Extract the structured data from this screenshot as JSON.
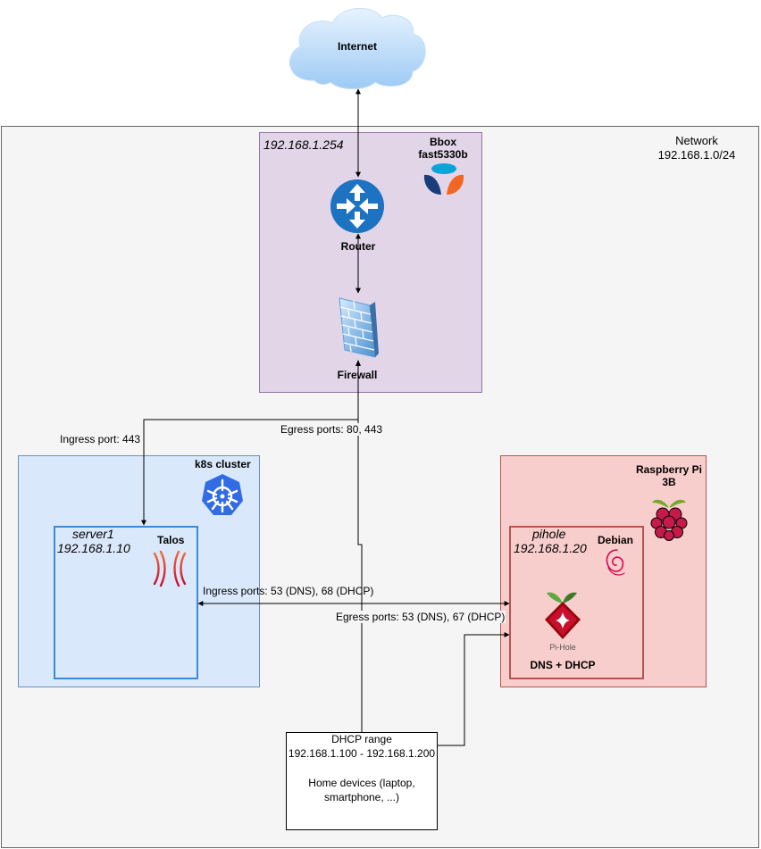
{
  "internet": {
    "label": "Internet"
  },
  "network": {
    "title": "Network",
    "subnet": "192.168.1.0/24"
  },
  "bbox": {
    "ip": "192.168.1.254",
    "name": "Bbox",
    "model": "fast5330b"
  },
  "router": {
    "label": "Router"
  },
  "firewall": {
    "label": "Firewall"
  },
  "edges": {
    "ingress_443": "Ingress port: 443",
    "egress_80_443": "Egress ports: 80, 443",
    "ingress_dns_dhcp": "Ingress ports: 53 (DNS), 68 (DHCP)",
    "egress_dns_dhcp": "Egress ports: 53 (DNS), 67 (DHCP)"
  },
  "k8s": {
    "label": "k8s cluster"
  },
  "server1": {
    "name": "server1",
    "ip": "192.168.1.10",
    "os": "Talos"
  },
  "rpi": {
    "line1": "Raspberry Pi",
    "line2": "3B"
  },
  "pihole": {
    "name": "pihole",
    "ip": "192.168.1.20",
    "os": "Debian",
    "logo_text": "Pi-Hole",
    "role": "DNS + DHCP"
  },
  "dhcp": {
    "line1": "DHCP range",
    "line2": "192.168.1.100 - 192.168.1.200",
    "line3": "Home devices (laptop,",
    "line4": "smartphone, ...)"
  },
  "colors": {
    "network_fill": "#f5f5f5",
    "bbox_fill": "#e1d5e7",
    "k8s_fill": "#dae8fc",
    "rpi_fill": "#f8cecc",
    "router_blue": "#1e72c2",
    "kubernetes_blue": "#326ce5",
    "raspberry_red": "#c51a4a",
    "pihole_red": "#96060c"
  }
}
